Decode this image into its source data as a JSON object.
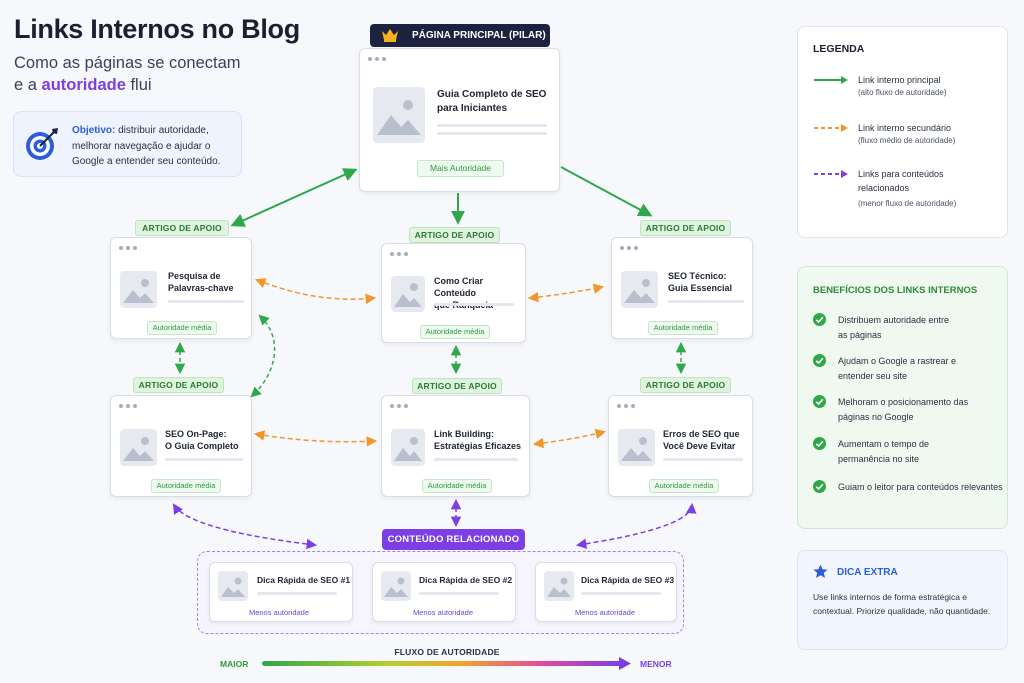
{
  "header": {
    "title": "Links Internos no Blog",
    "subtitle_line1": "Como as páginas se conectam",
    "subtitle_line2_pre": "e a ",
    "subtitle_line2_accent": "autoridade",
    "subtitle_line2_post": " flui"
  },
  "objective": {
    "label": "Objetivo:",
    "text": " distribuir autoridade, melhorar navegação e ajudar o Google a entender seu conteúdo."
  },
  "pillar": {
    "tag": "PÁGINA PRINCIPAL (PILAR)",
    "title_line1": "Guia Completo de SEO",
    "title_line2": "para Iniciantes",
    "badge": "Mais Autoridade"
  },
  "support_tag": "ARTIGO DE APOIO",
  "support_articles": [
    {
      "title_line1": "Pesquisa de",
      "title_line2": "Palavras-chave",
      "badge": "Autoridade média"
    },
    {
      "title_line1": "Como Criar Conteúdo",
      "title_line2": "que Ranqueia",
      "badge": "Autoridade média"
    },
    {
      "title_line1": "SEO Técnico:",
      "title_line2": "Guia Essencial",
      "badge": "Autoridade média"
    },
    {
      "title_line1": "SEO On-Page:",
      "title_line2": "O Guia Completo",
      "badge": "Autoridade média"
    },
    {
      "title_line1": "Link Building:",
      "title_line2": "Estratégias Eficazes",
      "badge": "Autoridade média"
    },
    {
      "title_line1": "Erros de SEO que",
      "title_line2": "Você Deve Evitar",
      "badge": "Autoridade média"
    }
  ],
  "related": {
    "tag": "CONTEÚDO RELACIONADO",
    "items": [
      {
        "title": "Dica Rápida de SEO #1",
        "badge": "Menos autoridade"
      },
      {
        "title": "Dica Rápida de SEO #2",
        "badge": "Menos autoridade"
      },
      {
        "title": "Dica Rápida de SEO #3",
        "badge": "Menos autoridade"
      }
    ]
  },
  "legend": {
    "title": "LEGENDA",
    "items": [
      {
        "line1": "Link interno principal",
        "line2": "(alto fluxo de autoridade)",
        "color": "#2fa84a",
        "style": "solid"
      },
      {
        "line1": "Link interno secundário",
        "line2": "(fluxo médio de autoridade)",
        "color": "#f0962a",
        "style": "dashed"
      },
      {
        "line1": "Links para conteúdos relacionados",
        "line2": "(menor fluxo de autoridade)",
        "color": "#7b3fe4",
        "style": "dashed"
      }
    ]
  },
  "benefits": {
    "title": "BENEFÍCIOS DOS LINKS INTERNOS",
    "items": [
      "Distribuem autoridade entre as páginas",
      "Ajudam o Google a rastrear e entender seu site",
      "Melhoram o posicionamento das páginas no Google",
      "Aumentam o tempo de permanência no site",
      "Guiam o leitor para conteúdos relevantes"
    ]
  },
  "extra": {
    "title": "DICA EXTRA",
    "text": "Use links internos de forma estratégica e contextual. Priorize qualidade, não quantidade."
  },
  "flow": {
    "label": "FLUXO DE AUTORIDADE",
    "left": "MAIOR",
    "right": "MENOR"
  },
  "colors": {
    "primary_link": "#2fa84a",
    "secondary_link": "#f0962a",
    "related_link": "#7b3fe4",
    "pillar_head": "#1c2240"
  },
  "icons": [
    "target-icon",
    "crown-icon",
    "image-placeholder-icon",
    "check-circle-icon",
    "star-icon",
    "arrow-right-icon"
  ]
}
